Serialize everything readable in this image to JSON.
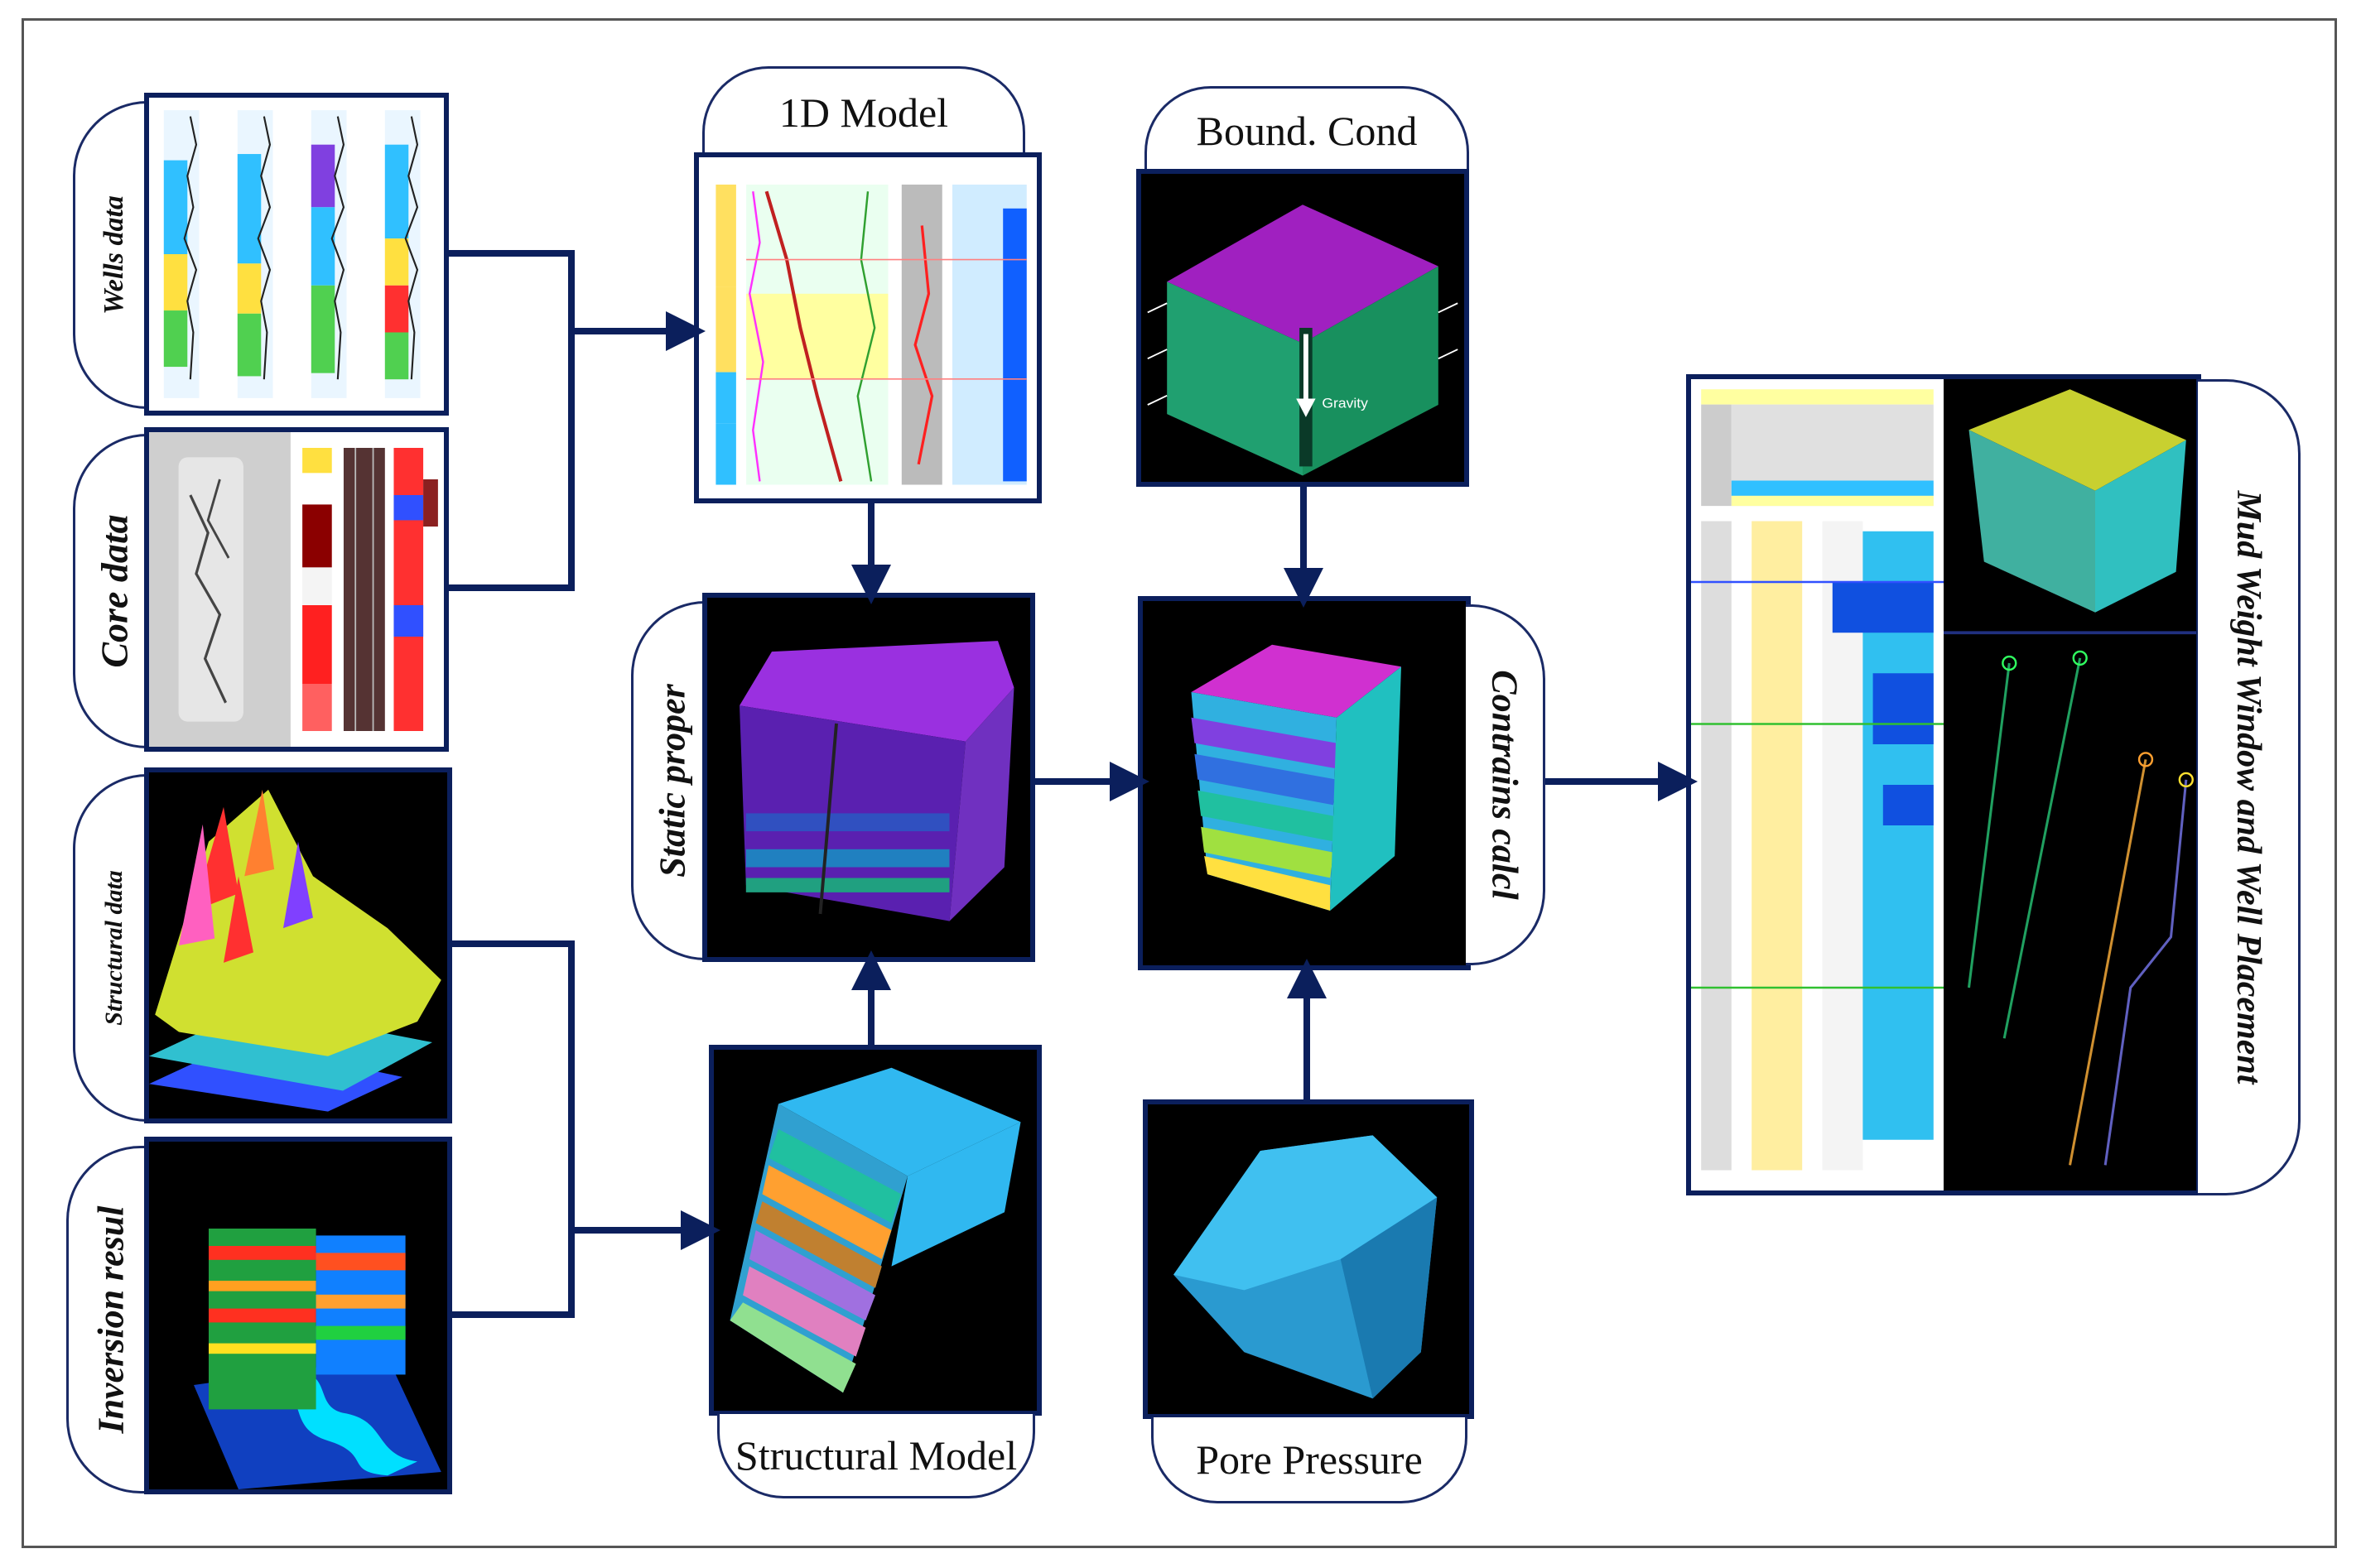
{
  "labels": {
    "wells_data": "Wells data",
    "core_data": "Core data",
    "structural_data": "Structural data",
    "inversion_result": "Inversion resul",
    "model_1d": "1D Model",
    "static_proper": "Static proper",
    "structural_model": "Structural Model",
    "bound_cond": "Bound. Cond",
    "contrains_calcl": "Contrains calcl",
    "pore_pressure": "Pore Pressure",
    "mud_weight": "Mud Weight Window and Well Placement"
  },
  "panel_text": {
    "gravity": "Gravity"
  },
  "colors": {
    "panel_border": "#0b1f5c",
    "arrow": "#0b1f5c",
    "purple": "#7a1fc9",
    "green": "#1fa864",
    "cyan": "#2fb8e8"
  }
}
